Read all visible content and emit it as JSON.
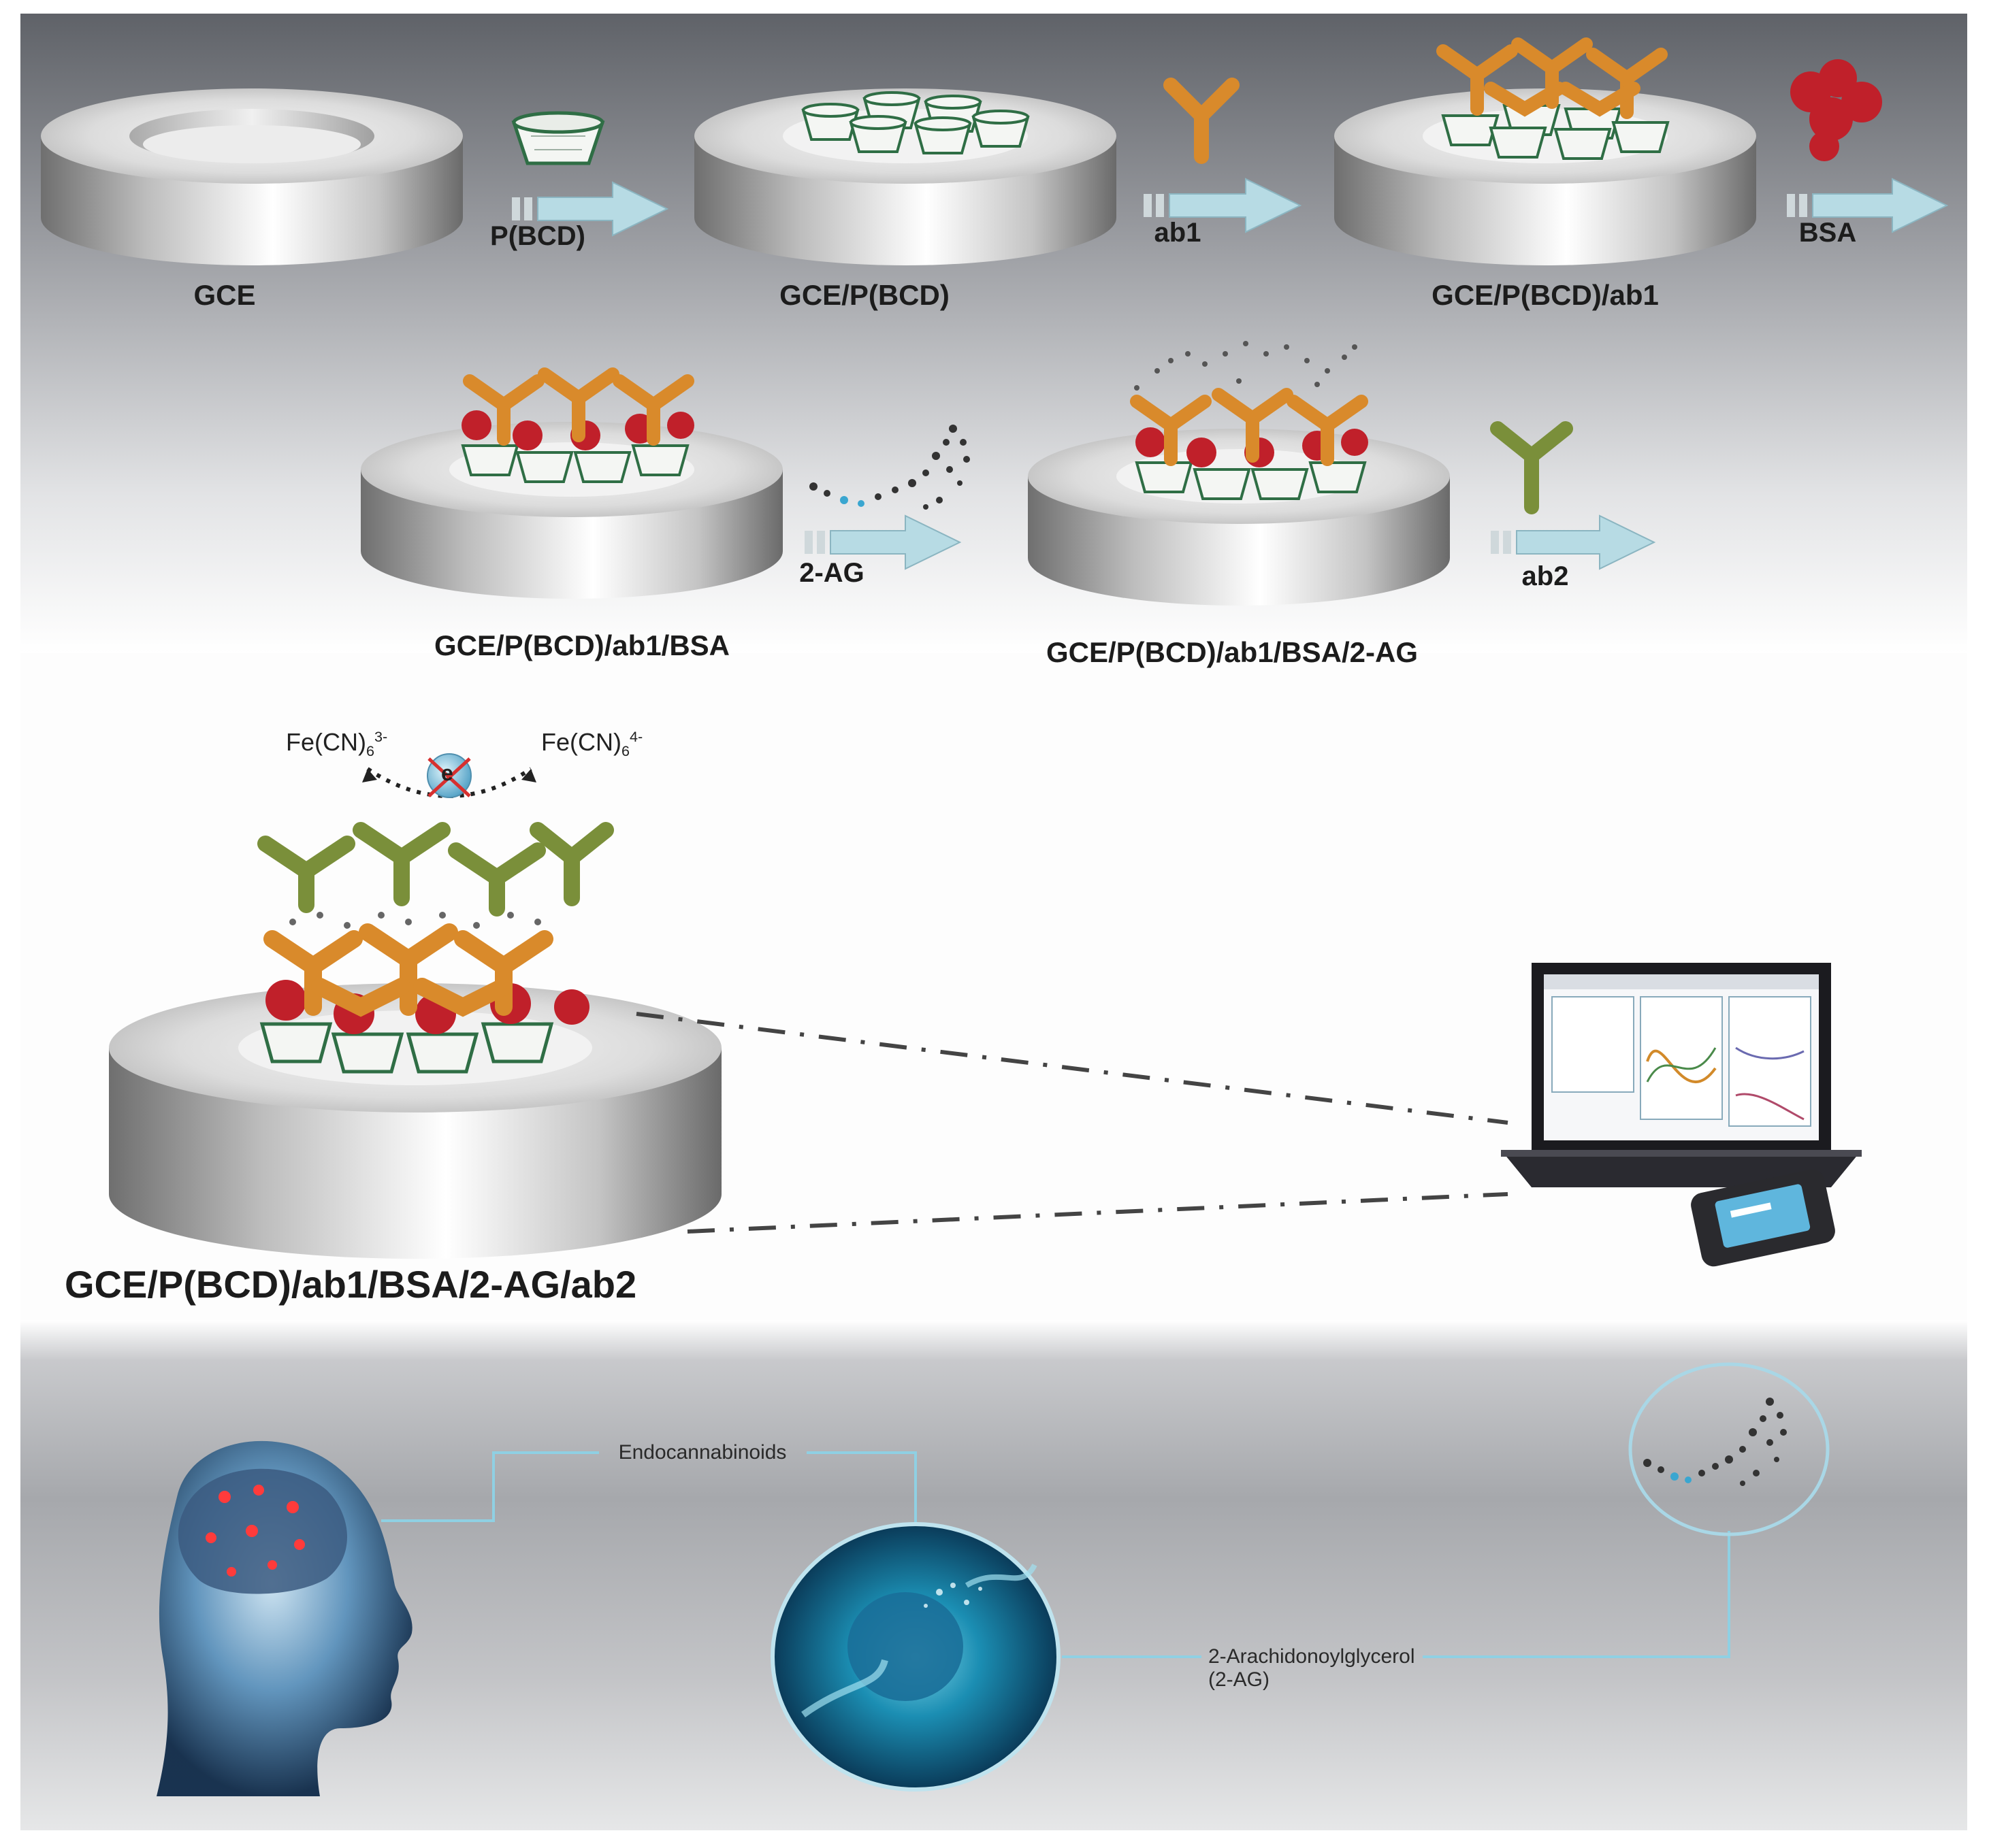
{
  "steps": {
    "s1": "GCE",
    "s2": "GCE/P(BCD)",
    "s3": "GCE/P(BCD)/ab1",
    "s4": "GCE/P(BCD)/ab1/BSA",
    "s5": "GCE/P(BCD)/ab1/BSA/2-AG",
    "final": "GCE/P(BCD)/ab1/BSA/2-AG/ab2"
  },
  "arrows": {
    "a1": "P(BCD)",
    "a2": "ab1",
    "a3": "BSA",
    "a4": "2-AG",
    "a5": "ab2"
  },
  "redox": {
    "left_base": "Fe(CN)",
    "left_sub": "6",
    "left_sup": "3-",
    "right_base": "Fe(CN)",
    "right_sub": "6",
    "right_sup": "4-",
    "electron": "e"
  },
  "bottom": {
    "endo": "Endocannabinoids",
    "ag_line1": "2-Arachidonoylglycerol",
    "ag_line2": "(2-AG)"
  },
  "colors": {
    "gray_dark": "#5e6167",
    "antibody1": "#d98a2b",
    "antibody2": "#7a8f3a",
    "bsa": "#c0202a",
    "arrow": "#b7dbe4",
    "cup": "#2f6e45"
  }
}
